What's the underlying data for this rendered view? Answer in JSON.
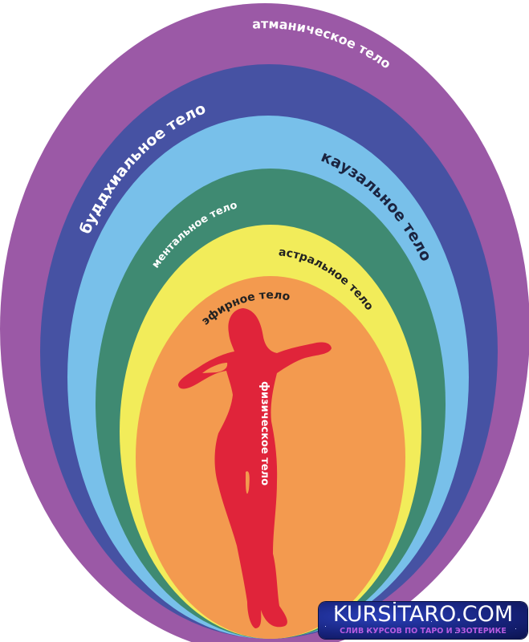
{
  "diagram": {
    "layers": [
      {
        "name": "atmanic",
        "label": "атманическое тело",
        "color": "#9b59a6"
      },
      {
        "name": "buddhic",
        "label": "буддхиальное тело",
        "color": "#4652a3"
      },
      {
        "name": "causal",
        "label": "каузальное тело",
        "color": "#78c0ea"
      },
      {
        "name": "mental",
        "label": "ментальное тело",
        "color": "#3f8a72"
      },
      {
        "name": "astral",
        "label": "астральное тело",
        "color": "#f2ec5a"
      },
      {
        "name": "etheric",
        "label": "эфирное тело",
        "color": "#f39a4f"
      },
      {
        "name": "physical",
        "label": "физическое тело",
        "color": "#e0243a"
      }
    ]
  },
  "watermark": {
    "title": "KURSİTARO.COM",
    "subtitle": "СЛИВ КУРСОВ ПО ТАРО И ЭЗОТЕРИКЕ"
  }
}
